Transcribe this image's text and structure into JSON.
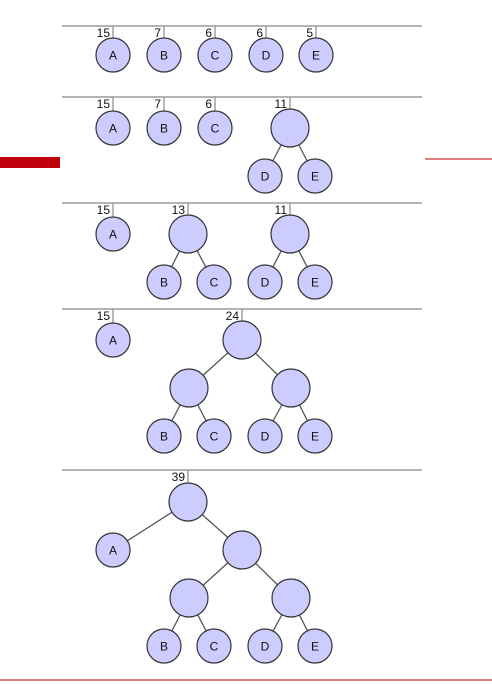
{
  "accent_color": "#c0000a",
  "rule_color": "#c0000a",
  "node_fill": "#ccccff",
  "steps": [
    {
      "roots": [
        {
          "weight": "15",
          "tree": {
            "label": "A"
          }
        },
        {
          "weight": "7",
          "tree": {
            "label": "B"
          }
        },
        {
          "weight": "6",
          "tree": {
            "label": "C"
          }
        },
        {
          "weight": "6",
          "tree": {
            "label": "D"
          }
        },
        {
          "weight": "5",
          "tree": {
            "label": "E"
          }
        }
      ]
    },
    {
      "roots": [
        {
          "weight": "15",
          "tree": {
            "label": "A"
          }
        },
        {
          "weight": "7",
          "tree": {
            "label": "B"
          }
        },
        {
          "weight": "6",
          "tree": {
            "label": "C"
          }
        },
        {
          "weight": "11",
          "tree": {
            "children": [
              {
                "label": "D"
              },
              {
                "label": "E"
              }
            ]
          }
        }
      ]
    },
    {
      "roots": [
        {
          "weight": "15",
          "tree": {
            "label": "A"
          }
        },
        {
          "weight": "13",
          "tree": {
            "children": [
              {
                "label": "B"
              },
              {
                "label": "C"
              }
            ]
          }
        },
        {
          "weight": "11",
          "tree": {
            "children": [
              {
                "label": "D"
              },
              {
                "label": "E"
              }
            ]
          }
        }
      ]
    },
    {
      "roots": [
        {
          "weight": "15",
          "tree": {
            "label": "A"
          }
        },
        {
          "weight": "24",
          "tree": {
            "children": [
              {
                "children": [
                  {
                    "label": "B"
                  },
                  {
                    "label": "C"
                  }
                ]
              },
              {
                "children": [
                  {
                    "label": "D"
                  },
                  {
                    "label": "E"
                  }
                ]
              }
            ]
          }
        }
      ]
    },
    {
      "roots": [
        {
          "weight": "39",
          "tree": {
            "children": [
              {
                "label": "A"
              },
              {
                "children": [
                  {
                    "children": [
                      {
                        "label": "B"
                      },
                      {
                        "label": "C"
                      }
                    ]
                  },
                  {
                    "children": [
                      {
                        "label": "D"
                      },
                      {
                        "label": "E"
                      }
                    ]
                  }
                ]
              }
            ]
          }
        }
      ]
    }
  ]
}
